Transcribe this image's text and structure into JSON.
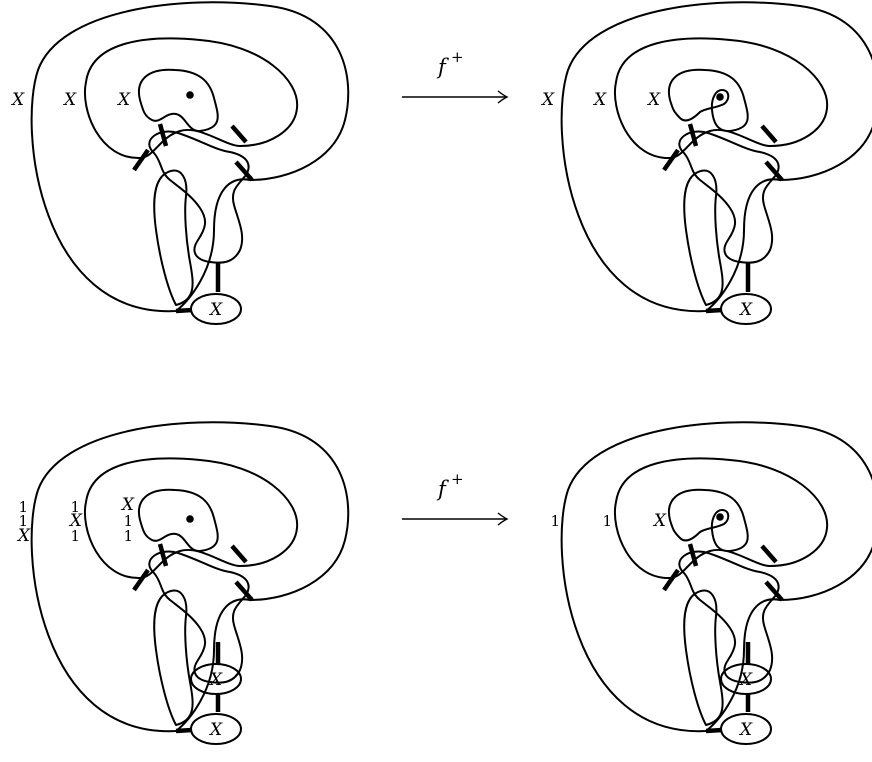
{
  "map_label_main": "f",
  "map_label_sup": "+",
  "top_row": {
    "left": {
      "outer_labels": [
        "X"
      ],
      "middle_labels": [
        "X"
      ],
      "inner_labels": [
        "X"
      ],
      "bottom_circles": [
        "X"
      ]
    },
    "right": {
      "outer_labels": [
        "X"
      ],
      "middle_labels": [
        "X"
      ],
      "inner_labels": [
        "X"
      ],
      "bottom_circles": [
        "X"
      ]
    }
  },
  "bottom_row": {
    "left": {
      "outer_labels": [
        "1",
        "1",
        "X"
      ],
      "middle_labels": [
        "1",
        "X",
        "1"
      ],
      "inner_labels": [
        "X",
        "1",
        "1"
      ],
      "bottom_circles": [
        "X",
        "X"
      ]
    },
    "right": {
      "outer_labels": [
        "1"
      ],
      "middle_labels": [
        "1"
      ],
      "inner_labels": [
        "X"
      ],
      "bottom_circles": [
        "X",
        "X"
      ]
    }
  }
}
